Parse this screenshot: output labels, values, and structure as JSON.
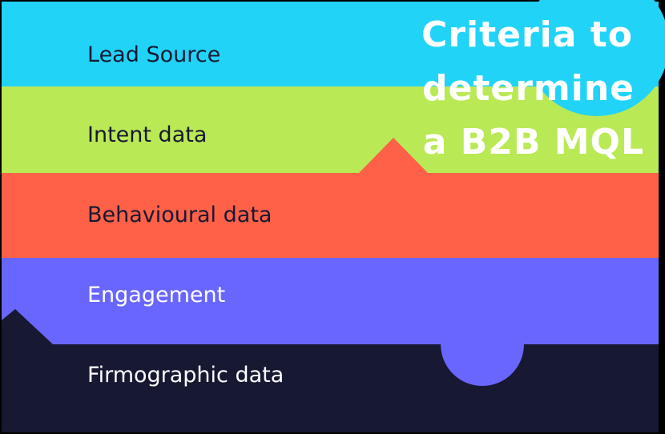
{
  "colors": {
    "background": "#000000",
    "band_1": "#22D3F8",
    "band_2": "#BAE956",
    "band_3": "#FE6148",
    "band_4": "#6966FF",
    "band_5": "#171832",
    "text_dark": "#171832",
    "text_light": "#FFFFFF",
    "title": "#FFFFFF"
  },
  "bands": [
    {
      "label": "Lead Source"
    },
    {
      "label": "Intent data"
    },
    {
      "label": "Behavioural data"
    },
    {
      "label": "Engagement"
    },
    {
      "label": "Firmographic data"
    }
  ],
  "title": {
    "lines": [
      "Criteria to",
      "determine",
      "a B2B MQL"
    ]
  }
}
